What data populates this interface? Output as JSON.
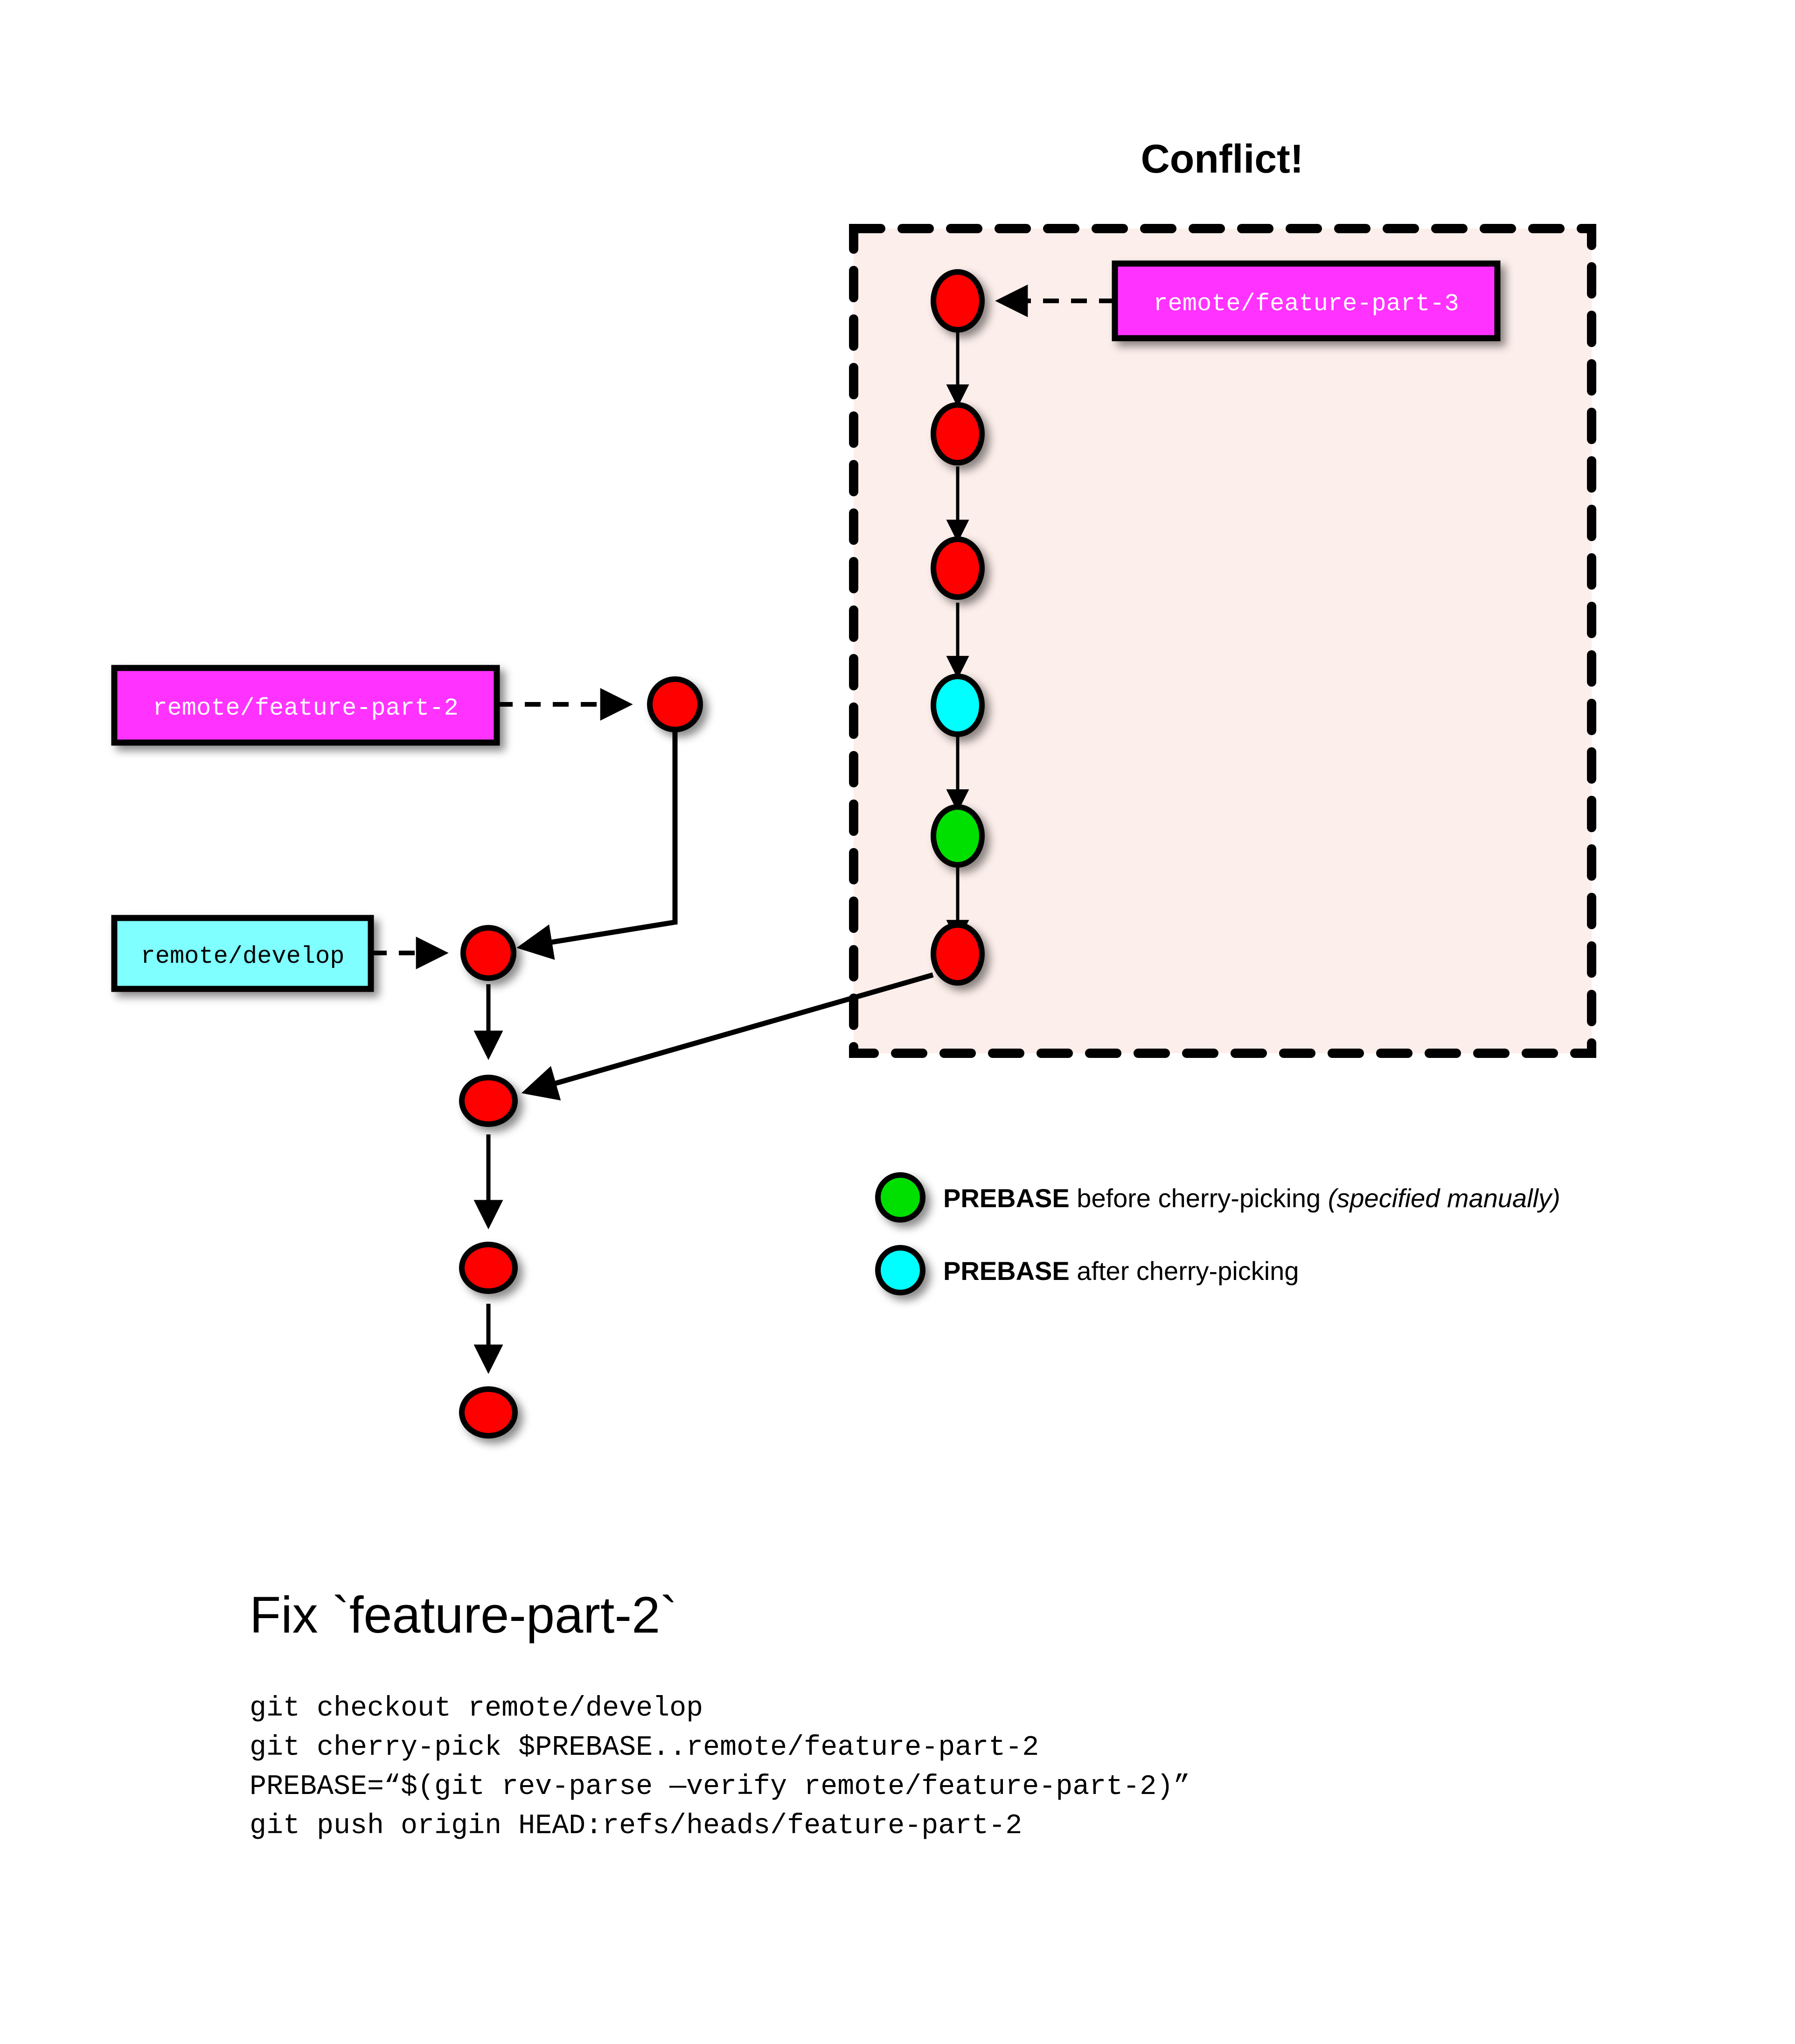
{
  "title": "Conflict!",
  "labels": {
    "feature_part_3": "remote/feature-part-3",
    "feature_part_2": "remote/feature-part-2",
    "develop": "remote/develop"
  },
  "colors": {
    "commit_red": "#FF0000",
    "prebase_before": "#00E000",
    "prebase_after": "#00FFFF",
    "magenta_box": "#FF33FF",
    "cyan_box": "#7FFFFF",
    "conflict_fill": "#FCEEEA",
    "stroke": "#000000"
  },
  "legend": [
    {
      "swatch": "prebase-before",
      "bold": "PREBASE",
      "normal": " before cherry-picking ",
      "italic": "(specified manually)"
    },
    {
      "swatch": "prebase-after",
      "bold": "PREBASE",
      "normal": " after cherry-picking",
      "italic": ""
    }
  ],
  "section": {
    "heading": "Fix `feature-part-2`",
    "code_lines": [
      "git checkout remote/develop",
      "git cherry-pick $PREBASE..remote/feature-part-2",
      "PREBASE=“$(git rev-parse —verify remote/feature-part-2)”",
      "git push origin HEAD:refs/heads/feature-part-2"
    ]
  },
  "graph": {
    "conflict_branch_nodes": [
      {
        "id": "fp3-1",
        "kind": "commit"
      },
      {
        "id": "fp3-2",
        "kind": "commit"
      },
      {
        "id": "fp3-3",
        "kind": "commit"
      },
      {
        "id": "fp3-4",
        "kind": "prebase-after"
      },
      {
        "id": "fp3-5",
        "kind": "prebase-before"
      },
      {
        "id": "fp3-6",
        "kind": "commit"
      }
    ],
    "develop_chain_nodes": [
      {
        "id": "dev-head",
        "kind": "commit"
      },
      {
        "id": "dev-2",
        "kind": "commit"
      },
      {
        "id": "dev-3",
        "kind": "commit"
      },
      {
        "id": "dev-4",
        "kind": "commit"
      }
    ],
    "feature_part_2_node": {
      "id": "fp2-1",
      "kind": "commit"
    }
  }
}
